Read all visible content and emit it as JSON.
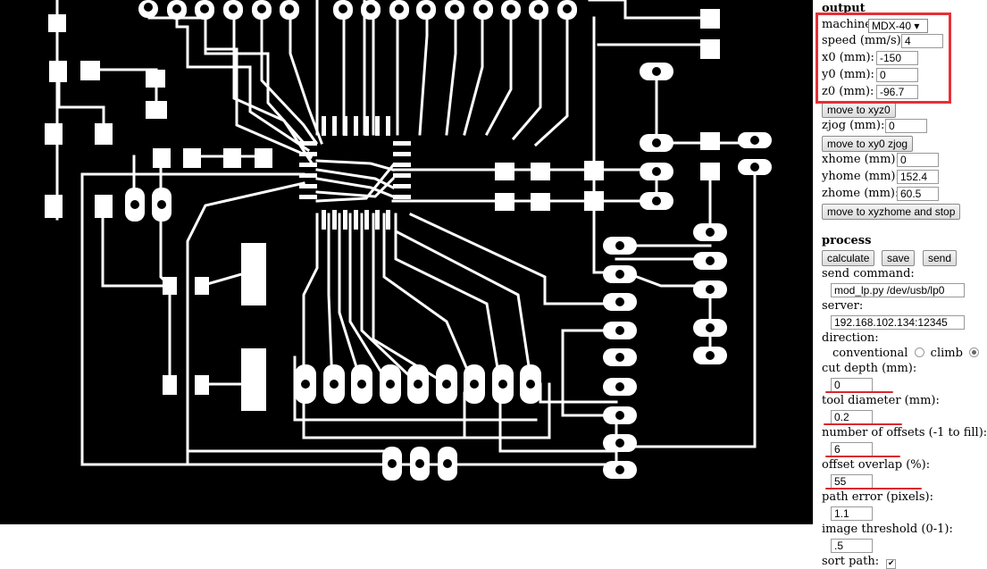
{
  "output": {
    "heading": "output",
    "machine_label": "machine",
    "machine_value": "MDX-40 ▾",
    "speed_label": "speed (mm/s):",
    "speed_value": "4",
    "x0_label": "x0 (mm):",
    "x0_value": "-150",
    "y0_label": "y0 (mm):",
    "y0_value": "0",
    "z0_label": "z0 (mm):",
    "z0_value": "-96.7",
    "move_xyz0_button": "move to xyz0",
    "zjog_label": "zjog (mm):",
    "zjog_value": "0",
    "move_xy0_zjog_button": "move to xy0 zjog",
    "xhome_label": "xhome (mm):",
    "xhome_value": "0",
    "yhome_label": "yhome (mm):",
    "yhome_value": "152.4",
    "zhome_label": "zhome (mm):",
    "zhome_value": "60.5",
    "move_home_button": "move to xyzhome and stop"
  },
  "process": {
    "heading": "process",
    "calculate_button": "calculate",
    "save_button": "save",
    "send_button": "send",
    "send_command_label": "send command:",
    "send_command_value": "mod_lp.py /dev/usb/lp0",
    "server_label": "server:",
    "server_value": "192.168.102.134:12345",
    "direction_label": "direction:",
    "conventional_label": "conventional",
    "climb_label": "climb",
    "cut_depth_label": "cut depth (mm):",
    "cut_depth_value": "0",
    "tool_diameter_label": "tool diameter (mm):",
    "tool_diameter_value": "0.2",
    "offsets_label": "number of offsets (-1 to fill):",
    "offsets_value": "6",
    "overlap_label": "offset overlap (%):",
    "overlap_value": "55",
    "path_error_label": "path error (pixels):",
    "path_error_value": "1.1",
    "threshold_label": "image threshold (0-1):",
    "threshold_value": ".5",
    "sort_path_label": "sort path:"
  },
  "colors": {
    "highlight": "#e53036",
    "underline": "#d9282f",
    "pcb_background": "#000000",
    "trace": "#ffffff"
  }
}
